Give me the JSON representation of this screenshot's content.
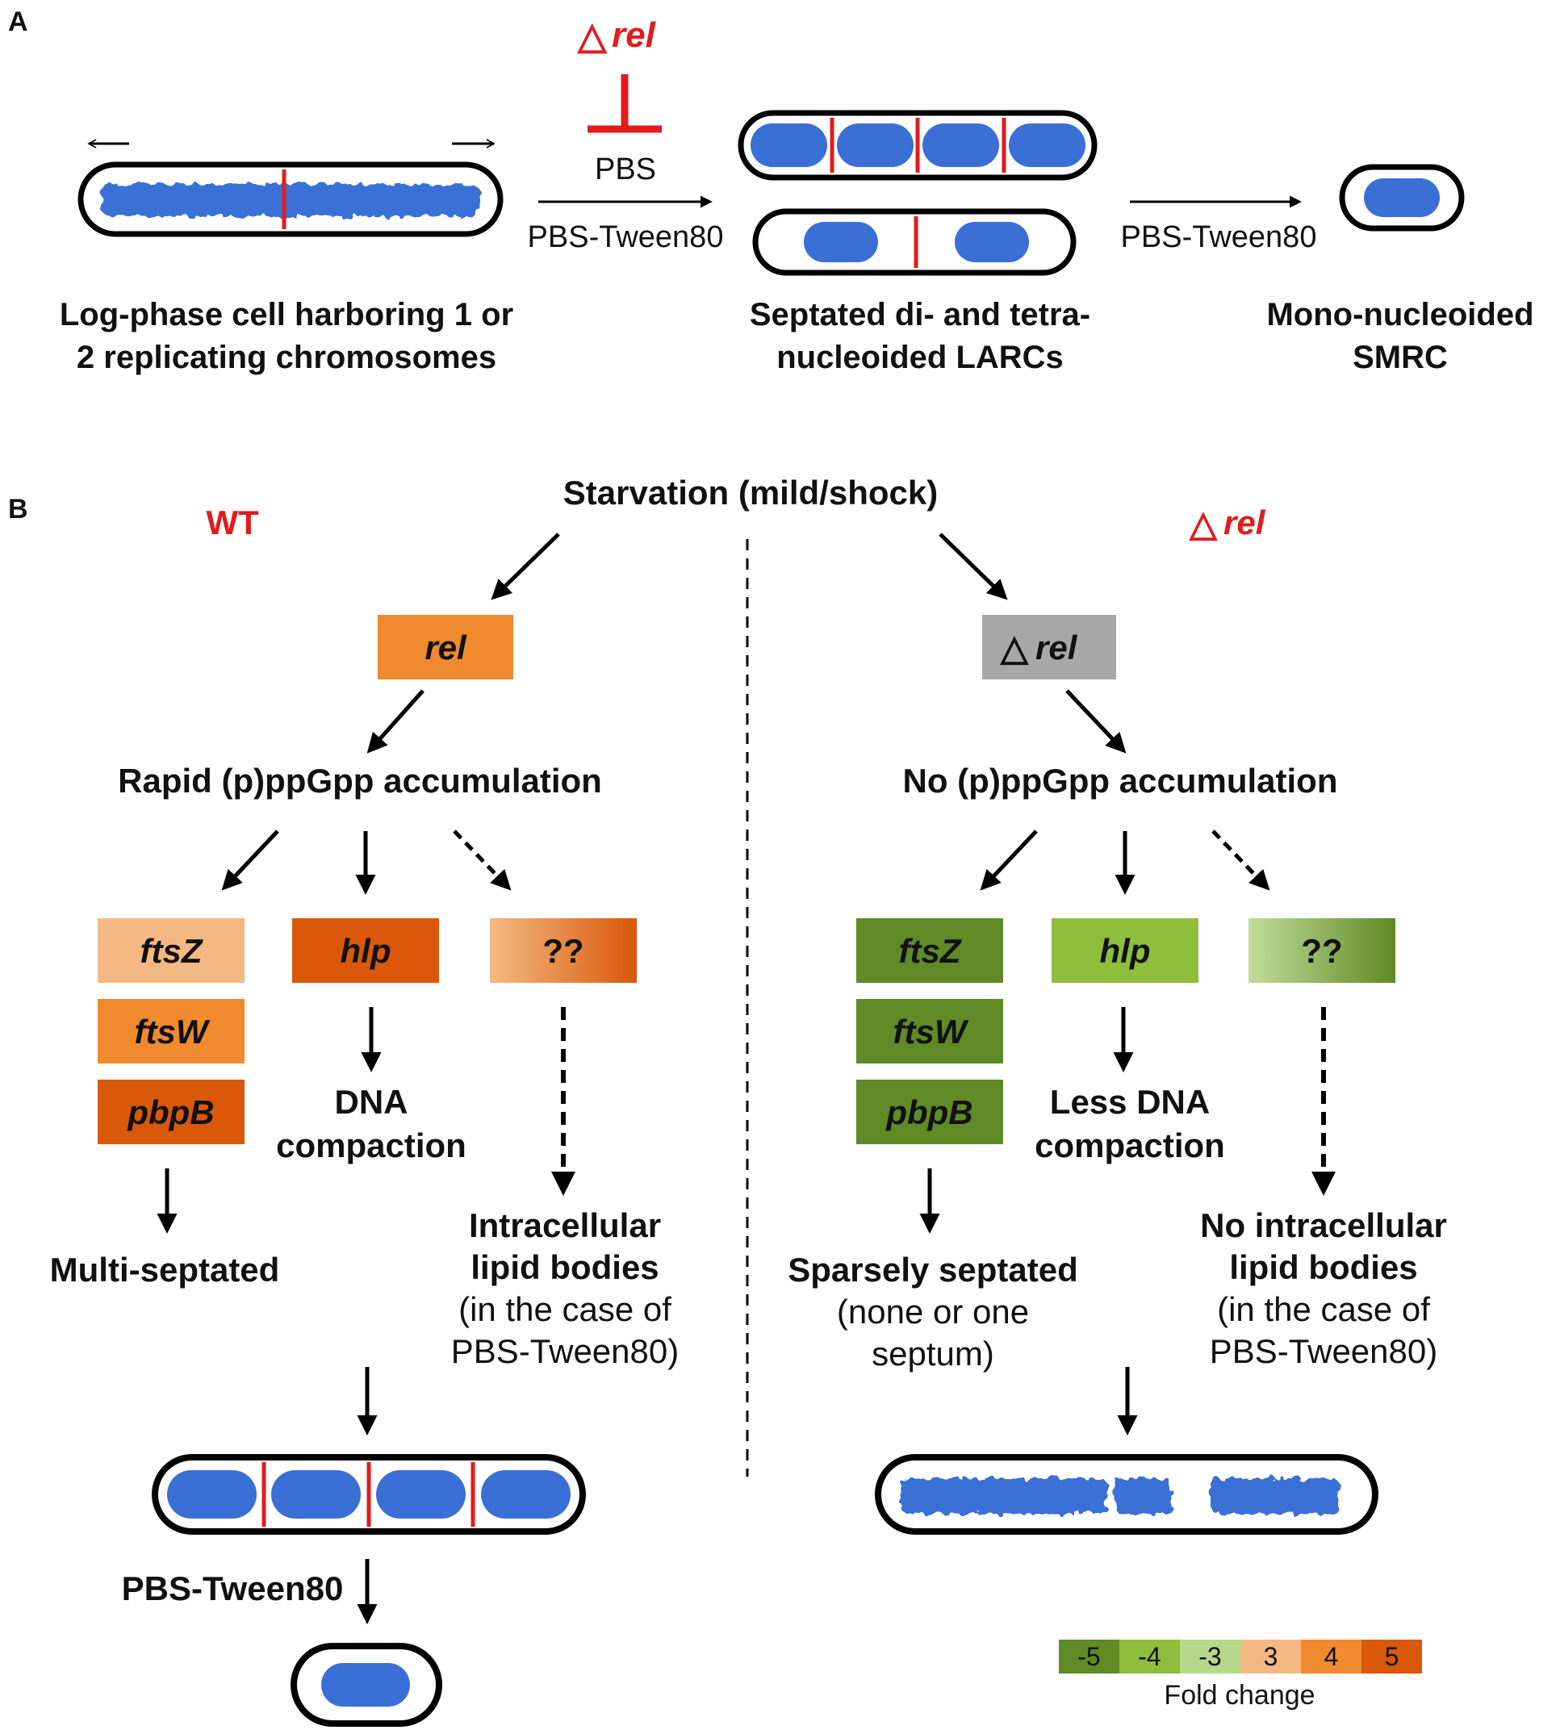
{
  "panel_a": {
    "label": "A",
    "delta_rel": "rel",
    "treatment_1": "PBS",
    "treatment_2": "PBS-Tween80",
    "treatment_3": "PBS-Tween80",
    "caption_1": [
      "Log-phase cell harboring 1 or",
      "2 replicating chromosomes"
    ],
    "caption_2": [
      "Septated di- and tetra-",
      "nucleoided LARCs"
    ],
    "caption_3": [
      "Mono-nucleoided",
      "SMRC"
    ]
  },
  "panel_b": {
    "label": "B",
    "top": "Starvation (mild/shock)",
    "wt": {
      "title": "WT",
      "gene": "rel",
      "accumulation": "Rapid (p)ppGpp accumulation",
      "genes": [
        "ftsZ",
        "ftsW",
        "pbpB",
        "hlp",
        "??"
      ],
      "outcome_septa": "Multi-septated",
      "outcome_dna": [
        "DNA",
        "compaction"
      ],
      "outcome_lipid": [
        "Intracellular",
        "lipid bodies",
        "(in the case of",
        "PBS-Tween80)"
      ],
      "final_treatment": "PBS-Tween80"
    },
    "mutant": {
      "title": "rel",
      "gene": "rel",
      "accumulation": "No (p)ppGpp accumulation",
      "genes": [
        "ftsZ",
        "ftsW",
        "pbpB",
        "hlp",
        "??"
      ],
      "outcome_septa": [
        "Sparsely septated",
        "(none or one",
        "septum)"
      ],
      "outcome_dna": [
        "Less DNA",
        "compaction"
      ],
      "outcome_lipid": [
        "No intracellular",
        "lipid bodies",
        "(in the case of",
        "PBS-Tween80)"
      ]
    }
  },
  "legend": {
    "title": "Fold change",
    "cells": [
      {
        "label": "-5",
        "color": "#5f8a25"
      },
      {
        "label": "-4",
        "color": "#8fbd3c"
      },
      {
        "label": "-3",
        "color": "#b6d88a"
      },
      {
        "label": "3",
        "color": "#f4b983"
      },
      {
        "label": "4",
        "color": "#ef8a2e"
      },
      {
        "label": "5",
        "color": "#d9580a"
      }
    ]
  },
  "colors": {
    "nucleoid": "#3a6fd6",
    "septum": "#e31b1b",
    "cell_outline": "#000000",
    "rel_box": "#ef8a2e",
    "delta_rel_box": "#a8a8a8"
  }
}
